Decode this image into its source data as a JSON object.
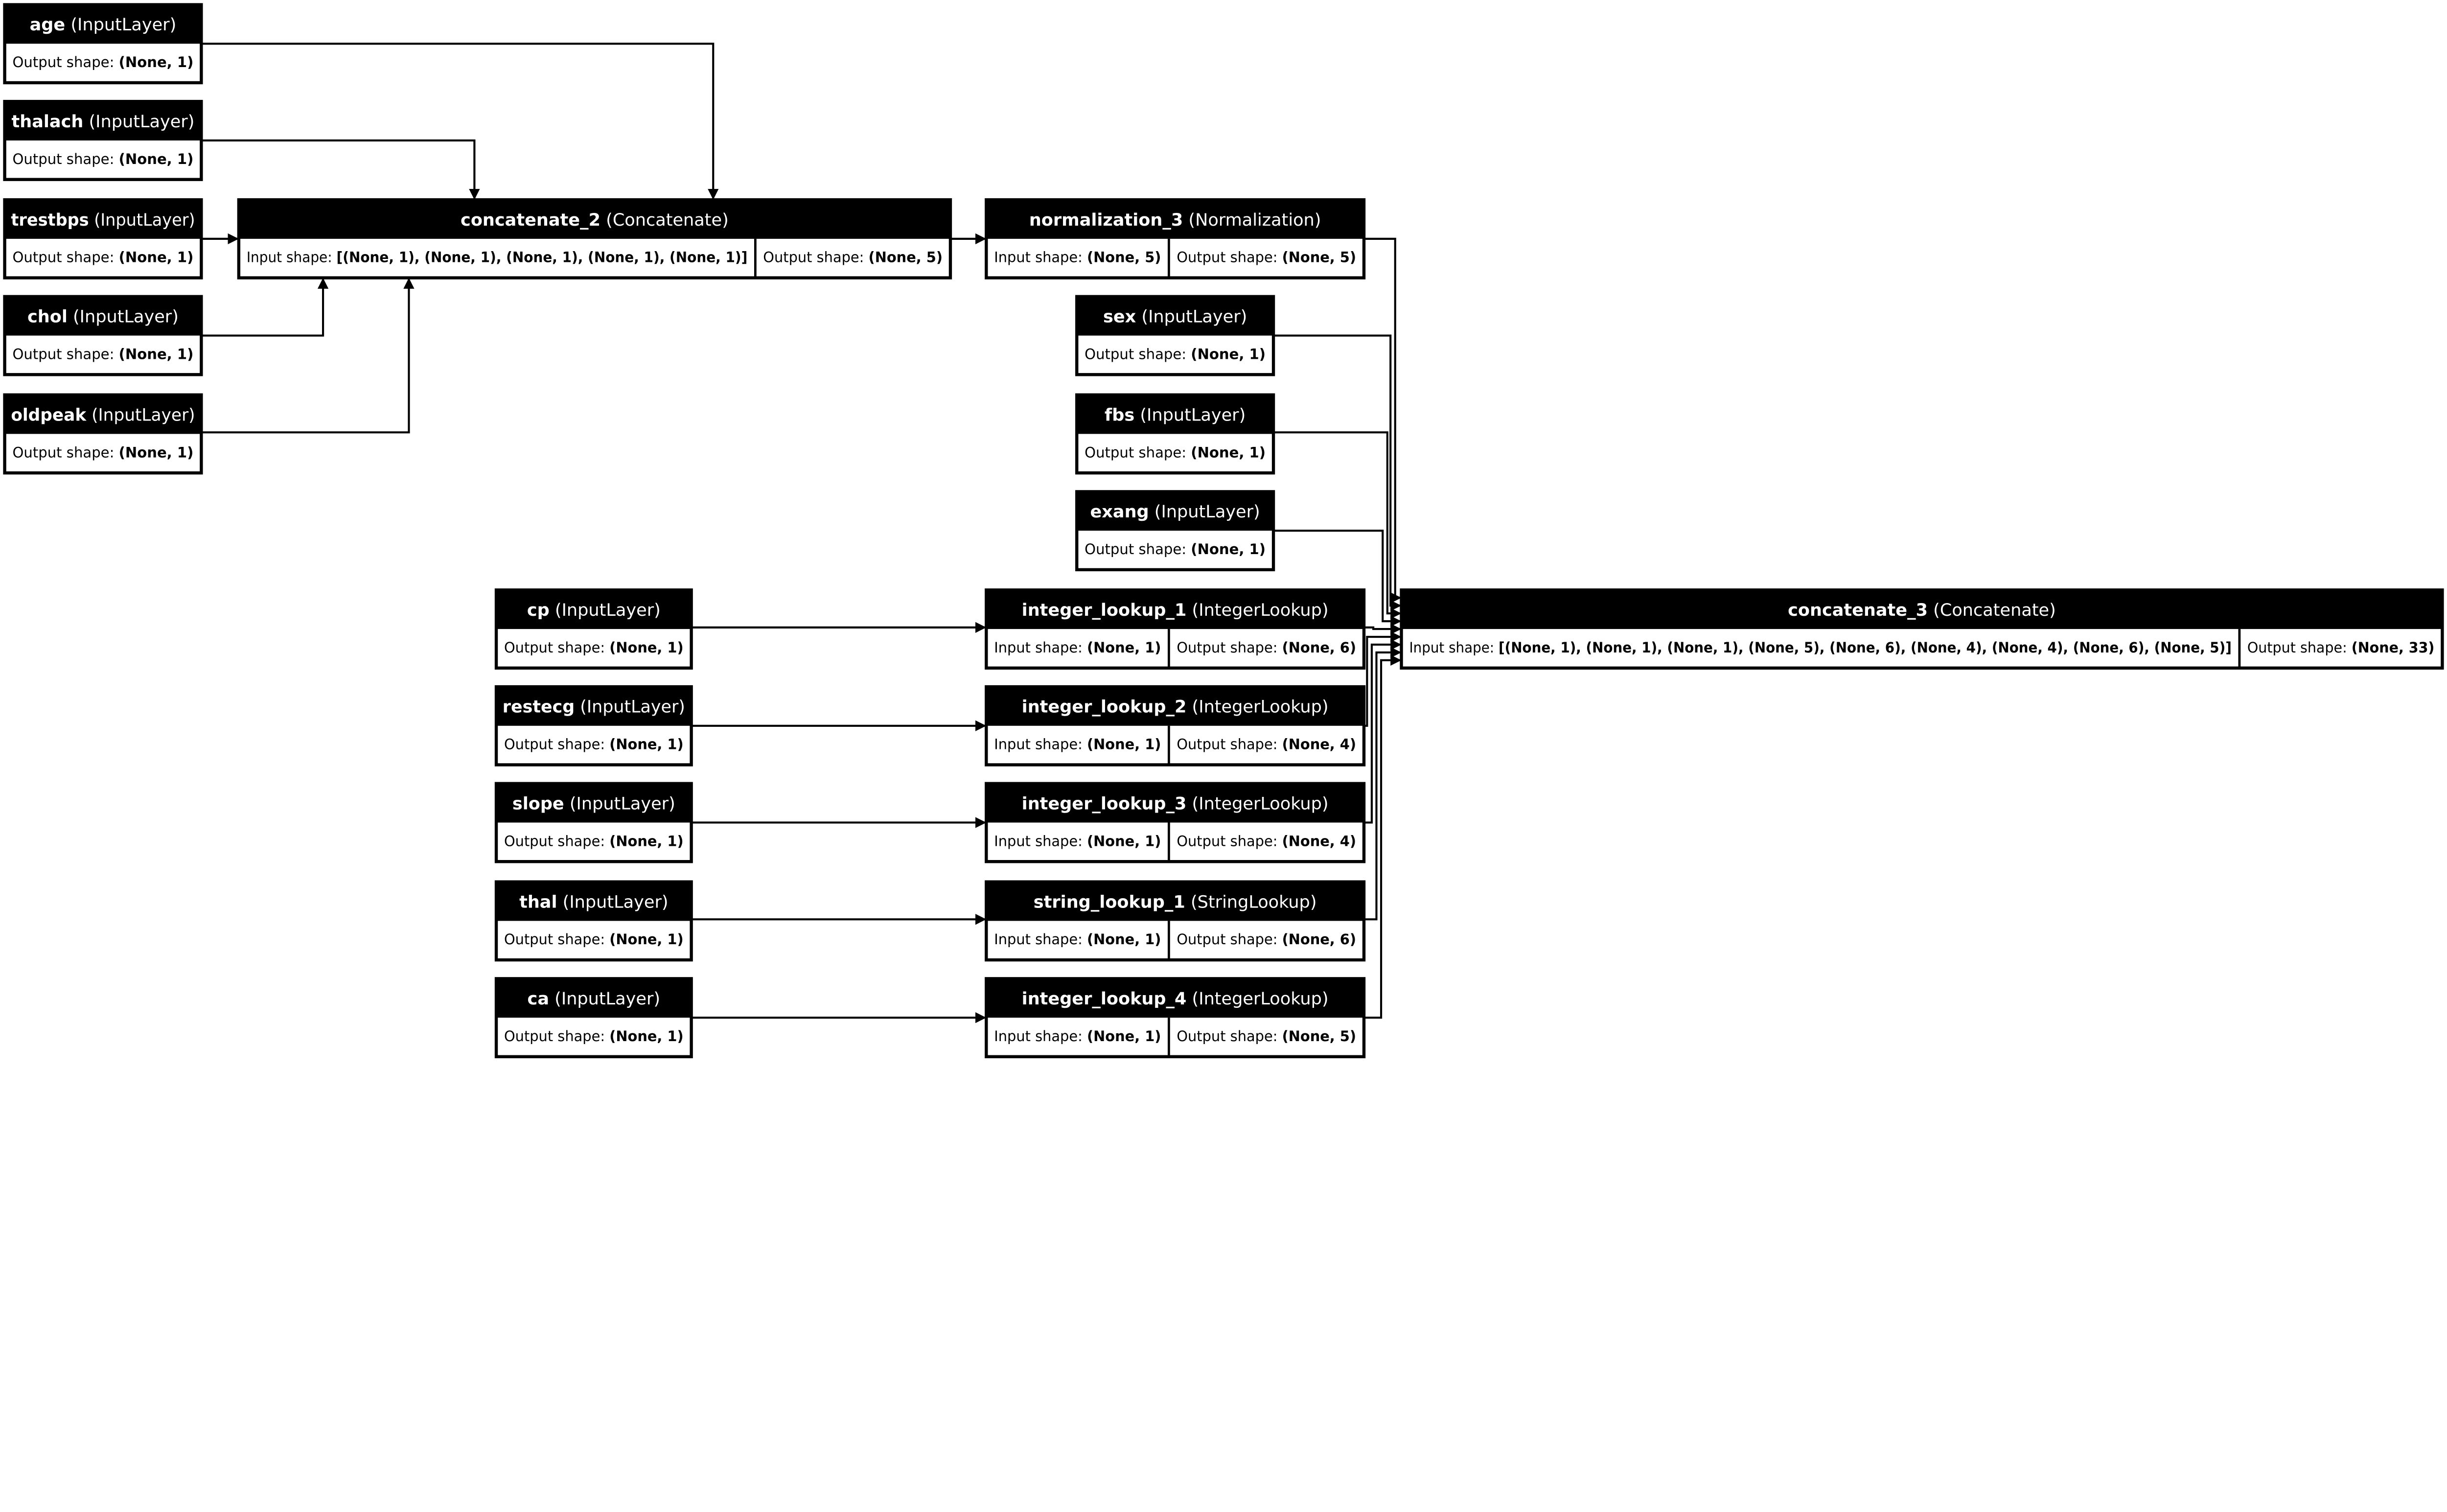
{
  "colors": {
    "header_bg": "#000000",
    "header_text": "#ffffff",
    "body_bg": "#ffffff",
    "body_text": "#000000",
    "edge": "#000000"
  },
  "labels": {
    "input_shape": "Input shape: ",
    "output_shape": "Output shape: "
  },
  "nodes": [
    {
      "id": "age",
      "name": "age",
      "type": "(InputLayer)",
      "output_shape": "(None, 1)"
    },
    {
      "id": "thalach",
      "name": "thalach",
      "type": "(InputLayer)",
      "output_shape": "(None, 1)"
    },
    {
      "id": "trestbps",
      "name": "trestbps",
      "type": "(InputLayer)",
      "output_shape": "(None, 1)"
    },
    {
      "id": "chol",
      "name": "chol",
      "type": "(InputLayer)",
      "output_shape": "(None, 1)"
    },
    {
      "id": "oldpeak",
      "name": "oldpeak",
      "type": "(InputLayer)",
      "output_shape": "(None, 1)"
    },
    {
      "id": "concatenate_2",
      "name": "concatenate_2",
      "type": "(Concatenate)",
      "input_shape": "[(None, 1), (None, 1), (None, 1), (None, 1), (None, 1)]",
      "output_shape": "(None, 5)"
    },
    {
      "id": "normalization_3",
      "name": "normalization_3",
      "type": "(Normalization)",
      "input_shape": "(None, 5)",
      "output_shape": "(None, 5)"
    },
    {
      "id": "sex",
      "name": "sex",
      "type": "(InputLayer)",
      "output_shape": "(None, 1)"
    },
    {
      "id": "fbs",
      "name": "fbs",
      "type": "(InputLayer)",
      "output_shape": "(None, 1)"
    },
    {
      "id": "exang",
      "name": "exang",
      "type": "(InputLayer)",
      "output_shape": "(None, 1)"
    },
    {
      "id": "cp",
      "name": "cp",
      "type": "(InputLayer)",
      "output_shape": "(None, 1)"
    },
    {
      "id": "restecg",
      "name": "restecg",
      "type": "(InputLayer)",
      "output_shape": "(None, 1)"
    },
    {
      "id": "slope",
      "name": "slope",
      "type": "(InputLayer)",
      "output_shape": "(None, 1)"
    },
    {
      "id": "thal",
      "name": "thal",
      "type": "(InputLayer)",
      "output_shape": "(None, 1)"
    },
    {
      "id": "ca",
      "name": "ca",
      "type": "(InputLayer)",
      "output_shape": "(None, 1)"
    },
    {
      "id": "integer_lookup_1",
      "name": "integer_lookup_1",
      "type": "(IntegerLookup)",
      "input_shape": "(None, 1)",
      "output_shape": "(None, 6)"
    },
    {
      "id": "integer_lookup_2",
      "name": "integer_lookup_2",
      "type": "(IntegerLookup)",
      "input_shape": "(None, 1)",
      "output_shape": "(None, 4)"
    },
    {
      "id": "integer_lookup_3",
      "name": "integer_lookup_3",
      "type": "(IntegerLookup)",
      "input_shape": "(None, 1)",
      "output_shape": "(None, 4)"
    },
    {
      "id": "string_lookup_1",
      "name": "string_lookup_1",
      "type": "(StringLookup)",
      "input_shape": "(None, 1)",
      "output_shape": "(None, 6)"
    },
    {
      "id": "integer_lookup_4",
      "name": "integer_lookup_4",
      "type": "(IntegerLookup)",
      "input_shape": "(None, 1)",
      "output_shape": "(None, 5)"
    },
    {
      "id": "concatenate_3",
      "name": "concatenate_3",
      "type": "(Concatenate)",
      "input_shape": "[(None, 1), (None, 1), (None, 1), (None, 5), (None, 6), (None, 4), (None, 4), (None, 6), (None, 5)]",
      "output_shape": "(None, 33)"
    }
  ],
  "edges": [
    [
      "age",
      "concatenate_2"
    ],
    [
      "thalach",
      "concatenate_2"
    ],
    [
      "trestbps",
      "concatenate_2"
    ],
    [
      "chol",
      "concatenate_2"
    ],
    [
      "oldpeak",
      "concatenate_2"
    ],
    [
      "concatenate_2",
      "normalization_3"
    ],
    [
      "cp",
      "integer_lookup_1"
    ],
    [
      "restecg",
      "integer_lookup_2"
    ],
    [
      "slope",
      "integer_lookup_3"
    ],
    [
      "thal",
      "string_lookup_1"
    ],
    [
      "ca",
      "integer_lookup_4"
    ],
    [
      "sex",
      "concatenate_3"
    ],
    [
      "fbs",
      "concatenate_3"
    ],
    [
      "exang",
      "concatenate_3"
    ],
    [
      "normalization_3",
      "concatenate_3"
    ],
    [
      "integer_lookup_1",
      "concatenate_3"
    ],
    [
      "integer_lookup_2",
      "concatenate_3"
    ],
    [
      "integer_lookup_3",
      "concatenate_3"
    ],
    [
      "string_lookup_1",
      "concatenate_3"
    ],
    [
      "integer_lookup_4",
      "concatenate_3"
    ]
  ]
}
